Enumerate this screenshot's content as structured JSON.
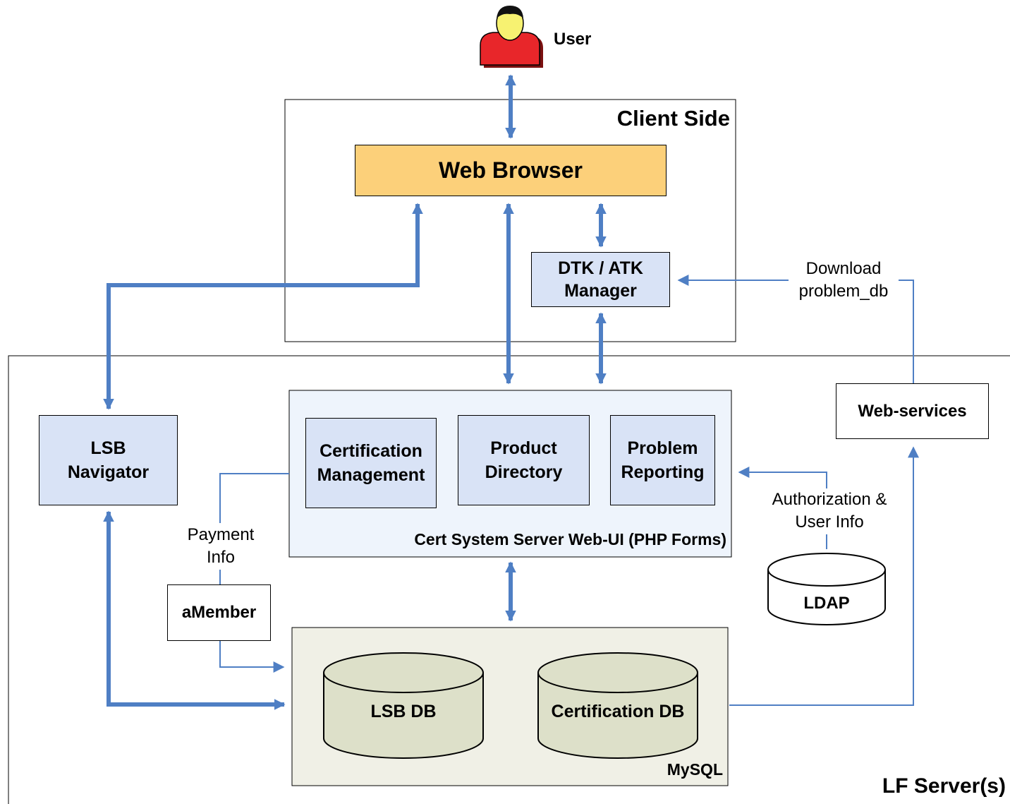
{
  "user": {
    "label": "User"
  },
  "regions": {
    "client_side": "Client Side",
    "lf_servers": "LF Server(s)"
  },
  "web_browser": {
    "label": "Web Browser"
  },
  "dtk_manager": {
    "line1": "DTK / ATK",
    "line2": "Manager"
  },
  "download": {
    "line1": "Download",
    "line2": "problem_db"
  },
  "lsb_navigator": {
    "line1": "LSB",
    "line2": "Navigator"
  },
  "web_services": {
    "label": "Web-services"
  },
  "cert_server": {
    "caption": "Cert System Server Web-UI (PHP Forms)",
    "modules": [
      {
        "line1": "Certification",
        "line2": "Management"
      },
      {
        "line1": "Product",
        "line2": "Directory"
      },
      {
        "line1": "Problem",
        "line2": "Reporting"
      }
    ]
  },
  "payment_info": {
    "line1": "Payment",
    "line2": "Info"
  },
  "amember": {
    "label": "aMember"
  },
  "authorization": {
    "line1": "Authorization &",
    "line2": "User Info"
  },
  "ldap": {
    "label": "LDAP"
  },
  "mysql": {
    "caption": "MySQL",
    "databases": [
      {
        "label": "LSB DB"
      },
      {
        "label": "Certification DB"
      }
    ]
  },
  "colors": {
    "web_browser_fill": "#fcd07a",
    "component_fill": "#d9e3f6",
    "server_panel_fill": "#eef4fc",
    "mysql_fill": "#f0f0e6",
    "db_fill": "#dde0c9",
    "arrow": "#4f7fc4",
    "user_body": "#e8262a",
    "user_face": "#f7f271"
  }
}
